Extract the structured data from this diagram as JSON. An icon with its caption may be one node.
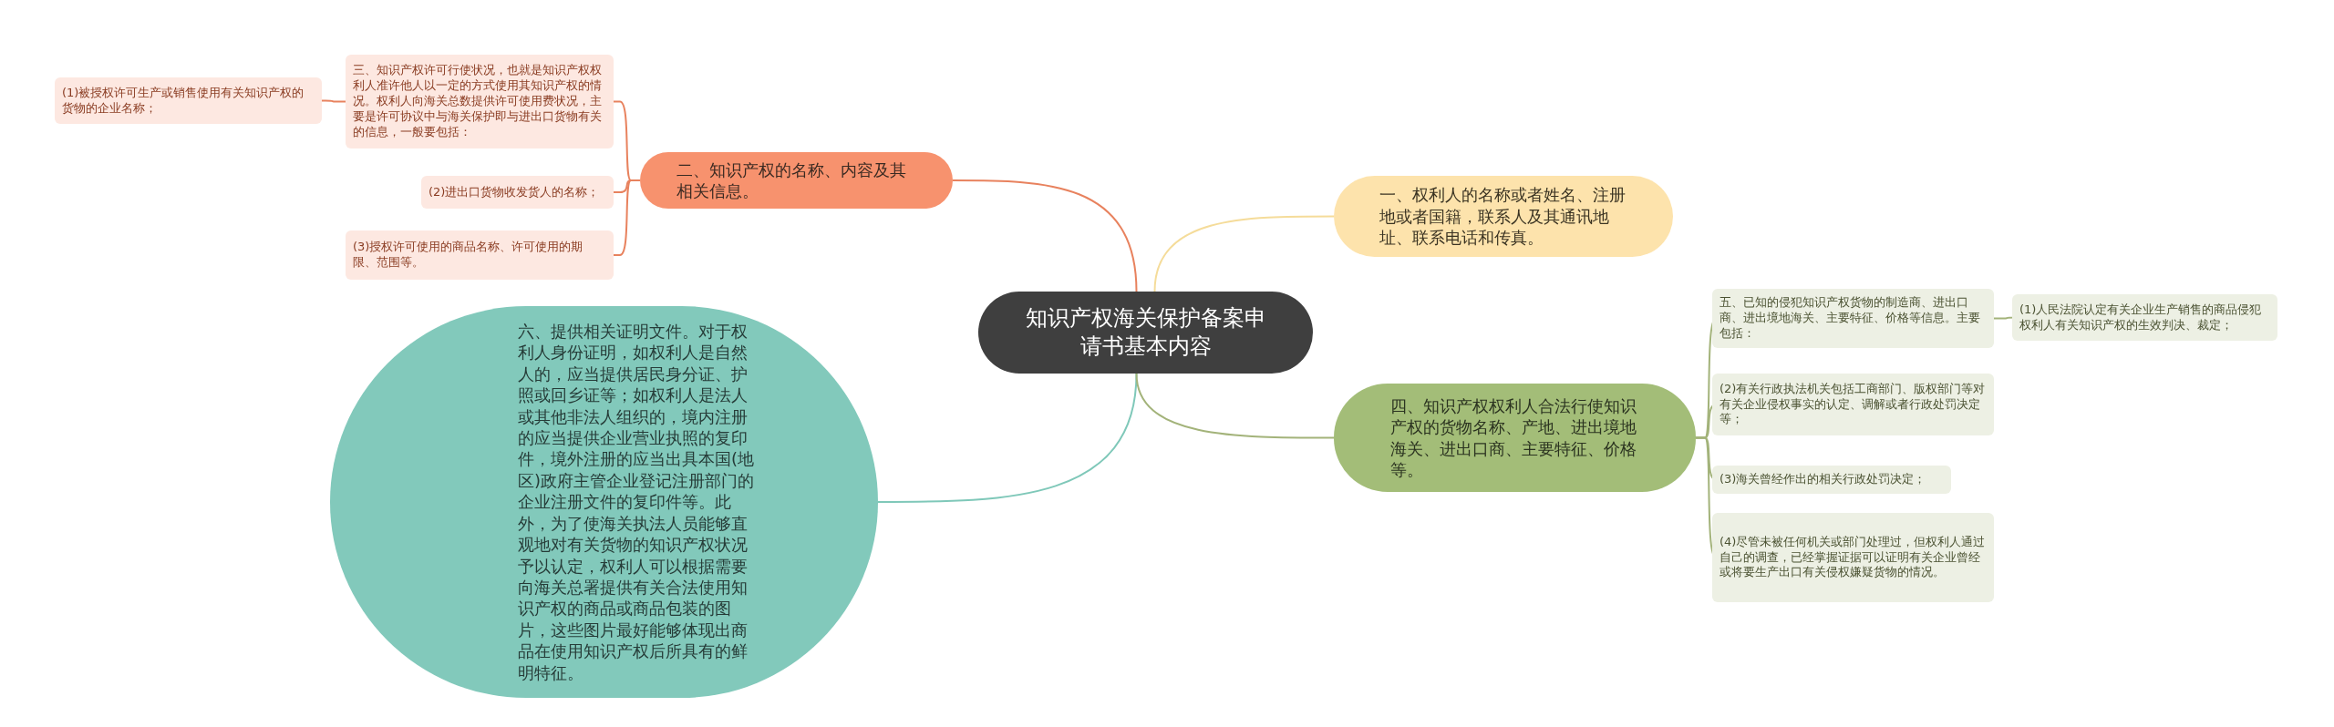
{
  "diagram": {
    "nodes": [
      {
        "text": [
          "知识产权海关保护备案申请书基本内容"
        ]
      },
      {
        "text": [
          "二、知识产权的名称、内容及其相关信息。"
        ]
      },
      {
        "text": [
          "三、知识产权许可行使状况，也就是知识产权权利人准许他人以一定的方式使用其知识产权的情况。权利人向海关总数提供许可使用费状况，主要是许可协议中与海关保护即与进出口货物有关的信息，一般要包括："
        ]
      },
      {
        "text": [
          "(1)被授权许可生产或销售使用有关知识产权的货物的企业名称；"
        ]
      },
      {
        "text": [
          "(2)进出口货物收发货人的名称；"
        ]
      },
      {
        "text": [
          "(3)授权许可使用的商品名称、许可使用的期限、范围等。"
        ]
      },
      {
        "text": [
          "六、提供相关证明文件。对于权利人身份证明，如权利人是自然人的，应当提供居民身分证、护照或回乡证等；如权利人是法人或其他非法人组织的，境内注册的应当提供企业营业执照的复印件，境外注册的应当出具本国(地区)政府主管企业登记注册部门的企业注册文件的复印件等。此外，为了使海关执法人员能够直观地对有关货物的知识产权状况予以认定，权利人可以根据需要向海关总署提供有关合法使用知识产权的商品或商品包装的图片，这些图片最好能够体现出商品在使用知识产权后所具有的鲜明特征。"
        ]
      },
      {
        "text": [
          "一、权利人的名称或者姓名、注册地或者国籍，联系人及其通讯地址、联系电话和传真。"
        ]
      },
      {
        "text": [
          "四、知识产权权利人合法行使知识产权的货物名称、产地、进出境地海关、进出口商、主要特征、价格等。"
        ]
      },
      {
        "text": [
          "五、已知的侵犯知识产权货物的制造商、进出口商、进出境地海关、主要特征、价格等信息。主要包括："
        ]
      },
      {
        "text": [
          "(1)人民法院认定有关企业生产销售的商品侵犯权利人有关知识产权的生效判决、裁定；"
        ]
      },
      {
        "text": [
          "(2)有关行政执法机关包括工商部门、版权部门等对有关企业侵权事实的认定、调解或者行政处罚决定等；"
        ]
      },
      {
        "text": [
          "(3)海关曾经作出的相关行政处罚决定；"
        ]
      },
      {
        "text": [
          "(4)尽管未被任何机关或部门处理过，但权利人通过自己的调查，已经掌握证据可以证明有关企业曾经或将要生产出口有关侵权嫌疑货物的情况。"
        ]
      }
    ],
    "edges": [
      {
        "from": 0,
        "to": 1,
        "arrow": "none",
        "color": "#e8825e"
      },
      {
        "from": 1,
        "to": 2,
        "arrow": "none",
        "color": "#e8825e"
      },
      {
        "from": 2,
        "to": 3,
        "arrow": "none",
        "color": "#e8825e"
      },
      {
        "from": 1,
        "to": 4,
        "arrow": "none",
        "color": "#e8825e"
      },
      {
        "from": 1,
        "to": 5,
        "arrow": "none",
        "color": "#e8825e"
      },
      {
        "from": 0,
        "to": 6,
        "arrow": "none",
        "color": "#7fc8b9"
      },
      {
        "from": 0,
        "to": 7,
        "arrow": "none",
        "color": "#f5dc9a"
      },
      {
        "from": 0,
        "to": 8,
        "arrow": "none"
      },
      {
        "from": 8,
        "to": 9,
        "arrow": "none"
      },
      {
        "from": 9,
        "to": 10,
        "arrow": "none"
      },
      {
        "from": 8,
        "to": 11,
        "arrow": "none"
      },
      {
        "from": 8,
        "to": 12,
        "arrow": "none"
      },
      {
        "from": 8,
        "to": 13,
        "arrow": "none"
      }
    ]
  }
}
